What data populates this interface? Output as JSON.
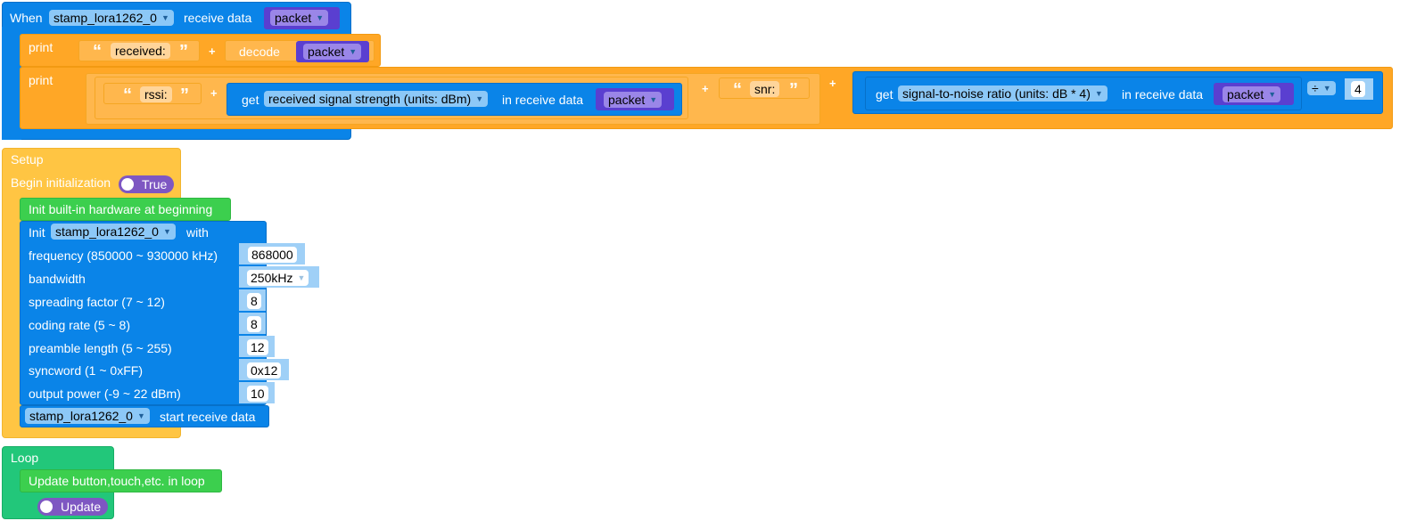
{
  "event_block": {
    "when": "When",
    "device": "stamp_lora1262_0",
    "receive_data": "receive data",
    "param": "packet"
  },
  "print1": {
    "label": "print",
    "string": "received:",
    "plus": "+",
    "decode": "decode",
    "packet": "packet"
  },
  "print2": {
    "label": "print",
    "rssi": "rssi:",
    "plus": "+",
    "get": "get",
    "rssi_option": "received signal strength (units: dBm)",
    "in_receive_data": "in receive data",
    "packet": "packet",
    "snr": "snr:",
    "snr_option": "signal-to-noise ratio (units: dB * 4)",
    "divide": "÷",
    "divisor": "4"
  },
  "setup": {
    "label": "Setup",
    "begin_init": "Begin initialization",
    "toggle": "True",
    "init_hw": "Init built-in hardware at beginning",
    "init": "Init",
    "device": "stamp_lora1262_0",
    "with": "with",
    "params": [
      {
        "label": "frequency (850000 ~ 930000 kHz)",
        "value": "868000"
      },
      {
        "label": "bandwidth",
        "value": "250kHz"
      },
      {
        "label": "spreading factor (7 ~ 12)",
        "value": "8"
      },
      {
        "label": "coding rate (5 ~ 8)",
        "value": "8"
      },
      {
        "label": "preamble length (5 ~ 255)",
        "value": "12"
      },
      {
        "label": "syncword (1 ~ 0xFF)",
        "value": "0x12"
      },
      {
        "label": "output power (-9 ~ 22 dBm)",
        "value": "10"
      }
    ],
    "start_device": "stamp_lora1262_0",
    "start_receive": "start receive data"
  },
  "loop": {
    "label": "Loop",
    "update_label": "Update button,touch,etc. in loop",
    "toggle": "Update"
  },
  "colors": {
    "blue_block": "#0a84e8",
    "orange_block": "#ffa726",
    "yellow_block": "#ffc543",
    "green_block": "#3ccf4e",
    "teal_block": "#22c77a",
    "purple_toggle": "#7e57c2"
  }
}
